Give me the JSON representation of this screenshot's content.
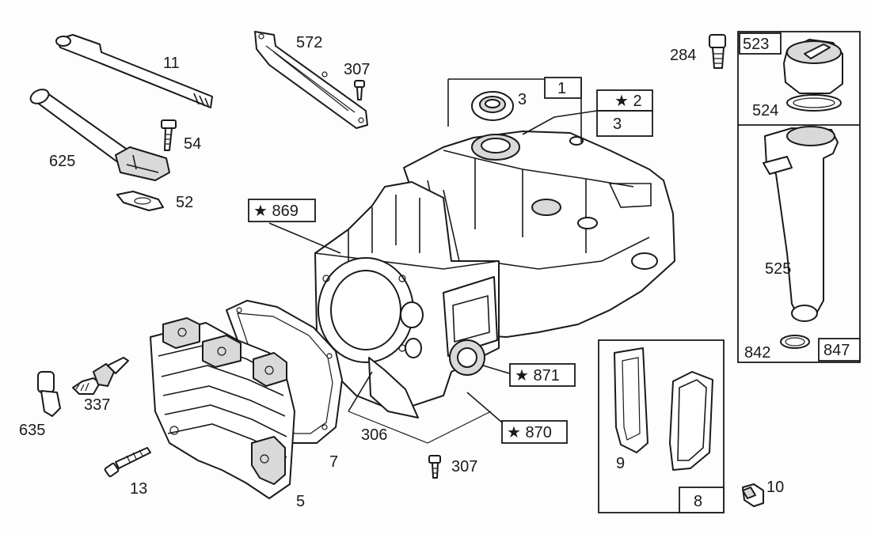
{
  "labels": {
    "l11": "11",
    "l625": "625",
    "l54": "54",
    "l52": "52",
    "l572": "572",
    "l307a": "307",
    "l3a": "3",
    "l1": "1",
    "l2": "★ 2",
    "l3b": "3",
    "l284": "284",
    "l523": "523",
    "l524": "524",
    "l525": "525",
    "l842": "842",
    "l847": "847",
    "l869": "★ 869",
    "l871": "★ 871",
    "l870": "★ 870",
    "l306": "306",
    "l307b": "307",
    "l635": "635",
    "l337": "337",
    "l13": "13",
    "l7": "7",
    "l5": "5",
    "l9": "9",
    "l8": "8",
    "l10": "10"
  },
  "icons": {
    "star": "star-icon"
  }
}
